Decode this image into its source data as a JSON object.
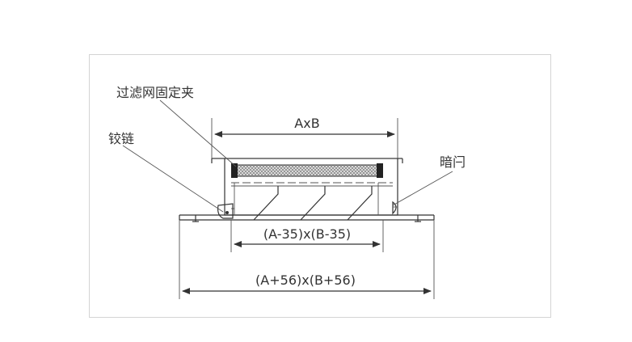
{
  "labels": {
    "filter_clip": "过滤网固定夹",
    "hinge": "铰链",
    "hidden_latch": "暗闩"
  },
  "dimensions": {
    "inner_size": "AxB",
    "core_size": "(A-35)x(B-35)",
    "outer_size": "(A+56)x(B+56)"
  },
  "colors": {
    "line": "#333333",
    "filter_mesh": "#888888",
    "frame_border": "#d4d4d4"
  }
}
